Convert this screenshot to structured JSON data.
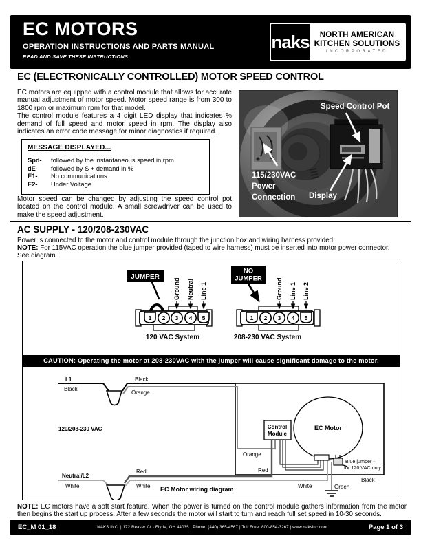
{
  "header": {
    "title": "EC MOTORS",
    "subtitle": "OPERATION INSTRUCTIONS AND PARTS MANUAL",
    "tagline": "READ AND SAVE THESE INSTRUCTIONS",
    "logo": {
      "acronym": "naks",
      "name1": "NORTH AMERICAN",
      "name2": "KITCHEN SOLUTIONS",
      "name3": "INCORPORATED"
    }
  },
  "speed_section": {
    "heading": "EC (ELECTRONICALLY CONTROLLED) MOTOR SPEED CONTROL",
    "para1": "EC motors are equipped with a control module that allows for accurate manual adjustment of motor speed. Motor speed range is from 300 to 1800 rpm or maximum rpm for that model.",
    "para2": "The control module features a 4 digit LED display that indicates % demand of full speed and motor speed in rpm. The display also indicates an error code message for minor diagnostics if required.",
    "para3": "Motor speed can be changed by adjusting the speed control pot located on the control module. A small screwdriver can be used to make the speed adjustment.",
    "photo": {
      "label_pot": "Speed Control Pot",
      "label_power1": "115/230VAC",
      "label_power2": "Power",
      "label_power3": "Connection",
      "label_display": "Display"
    },
    "message_box": {
      "title": "MESSAGE DISPLAYED...",
      "items": [
        {
          "code": "Spd-",
          "desc": "followed by the instantaneous speed in rpm"
        },
        {
          "code": "dE-",
          "desc": "followed by S + demand in %"
        },
        {
          "code": "E1-",
          "desc": "No communications"
        },
        {
          "code": "E2-",
          "desc": "Under Voltage"
        }
      ]
    }
  },
  "ac_section": {
    "heading": "AC SUPPLY - 120/208-230VAC",
    "para1": "Power is connected to the motor and control module through the junction box and wiring harness provided.",
    "note_label": "NOTE:",
    "note_text": "For 115VAC operation the blue jumper provided (taped to wire harness) must be inserted into motor power connector.",
    "see_diagram": "See diagram.",
    "connectors": {
      "left": {
        "tag": "JUMPER",
        "pins": [
          "1",
          "2",
          "3",
          "4",
          "5"
        ],
        "labels": [
          "Ground",
          "Neutral",
          "Line 1"
        ],
        "caption": "120 VAC System"
      },
      "right": {
        "tag1": "NO",
        "tag2": "JUMPER",
        "pins": [
          "1",
          "2",
          "3",
          "4",
          "5"
        ],
        "labels": [
          "Ground",
          "Line 1",
          "Line 2"
        ],
        "caption": "208-230 VAC System"
      }
    },
    "caution": "CAUTION:  Operating the motor at 208-230VAC with the jumper will cause significant damage to the motor.",
    "wiring": {
      "l1": "L1",
      "neutral_l2": "Neutral/L2",
      "supply": "120/208-230 VAC",
      "black": "Black",
      "orange": "Orange",
      "red": "Red",
      "white": "White",
      "green": "Green",
      "control1": "Control",
      "control2": "Module",
      "motor": "EC Motor",
      "jumper1": "Blue jumper -",
      "jumper2": "for 120 VAC only",
      "caption": "EC Motor wiring diagram"
    }
  },
  "bottom_note": {
    "label": "NOTE:",
    "text": "EC motors have a soft start feature. When the power is turned on the control module gathers information from the motor then begins the start up process. After a few seconds the motor will start to turn and reach full set speed in 10-30 seconds."
  },
  "footer": {
    "doc_code": "EC_M 01_18",
    "contact": "NAKS INC.   |   172 Reaser Ct - Elyria, OH 44035   |   Phone: (440) 365-4567   |   Toll Free: 800-854-3267   |   www.naksinc.com",
    "page": "Page 1 of 3"
  },
  "colors": {
    "bar": "#000000",
    "page": "#ffffff"
  }
}
